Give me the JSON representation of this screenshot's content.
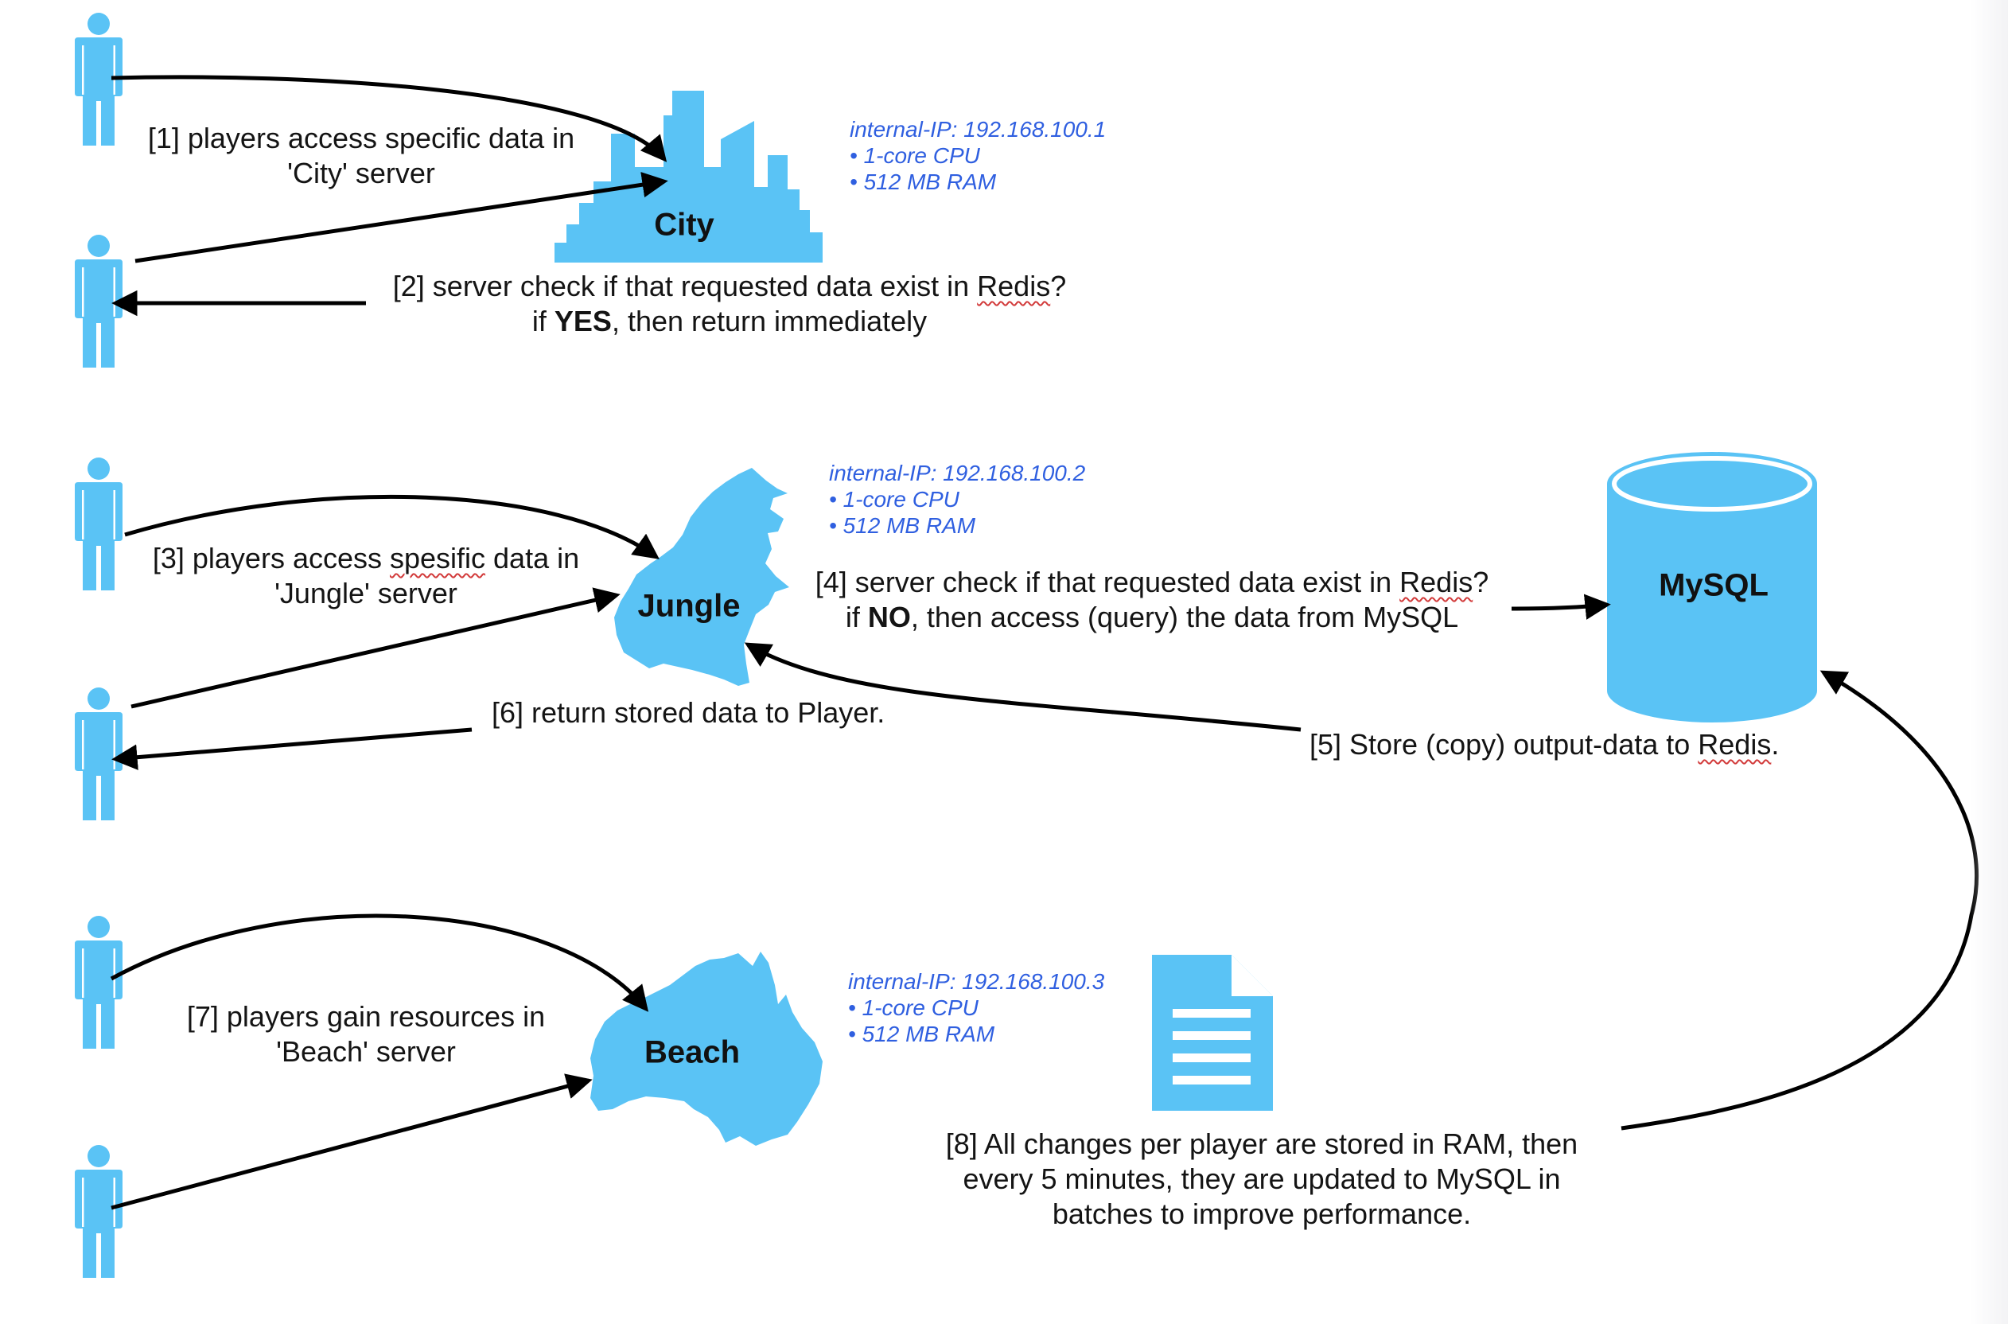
{
  "nodes": {
    "city": {
      "name": "City",
      "specs": [
        "internal-IP: 192.168.100.1",
        "• 1-core CPU",
        "• 512 MB RAM"
      ]
    },
    "jungle": {
      "name": "Jungle",
      "specs": [
        "internal-IP: 192.168.100.2",
        "• 1-core CPU",
        "• 512 MB RAM"
      ]
    },
    "beach": {
      "name": "Beach",
      "specs": [
        "internal-IP: 192.168.100.3",
        "• 1-core CPU",
        "• 512 MB RAM"
      ]
    },
    "mysql": {
      "name": "MySQL"
    }
  },
  "steps": {
    "s1": {
      "line1": "[1] players access specific data in",
      "line2": "'City' server"
    },
    "s2": {
      "l1_a": "[2] server check if that requested data exist in ",
      "l1_redis": "Redis",
      "l1_b": "?",
      "l2_a": "if ",
      "l2_bold": "YES",
      "l2_b": ", then return immediately"
    },
    "s3": {
      "l1_a": "[3] players access ",
      "l1_spesific": "spesific",
      "l1_b": " data in",
      "line2": "'Jungle' server"
    },
    "s4": {
      "l1_a": "[4] server check if that requested data exist in ",
      "l1_redis": "Redis",
      "l1_b": "?",
      "l2_a": "if ",
      "l2_bold": "NO",
      "l2_b": ", then access (query) the data from MySQL"
    },
    "s5": {
      "a": "[5] Store (copy) output-data to ",
      "redis": "Redis",
      "b": "."
    },
    "s6": {
      "text": "[6] return stored data to Player."
    },
    "s7": {
      "line1": "[7] players gain resources in",
      "line2": "'Beach' server"
    },
    "s8": {
      "line1": "[8] All changes per player are stored in RAM, then",
      "line2": "every 5 minutes, they are updated to MySQL in",
      "line3": "batches to improve performance."
    }
  },
  "colors": {
    "shape": "#5ac3f5",
    "arrow": "#000000",
    "spec_text": "#2f5fe0",
    "squiggle": "#d23a3a"
  },
  "icons": [
    "person-icon",
    "city-skyline-icon",
    "jungle-island-icon",
    "beach-continent-icon",
    "database-cylinder-icon",
    "document-icon"
  ]
}
